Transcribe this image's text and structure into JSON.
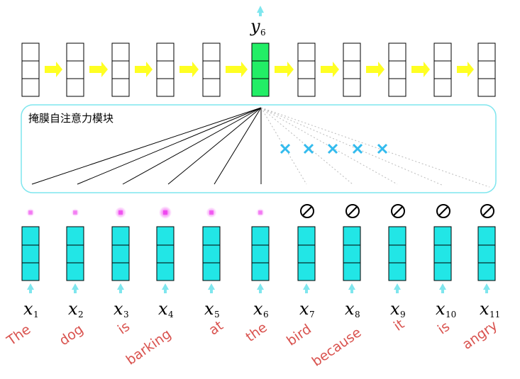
{
  "module_label": "掩膜自注意力模块",
  "output": {
    "var": "y",
    "index": "6"
  },
  "inputs": [
    {
      "var": "x",
      "index": "1",
      "word": "The"
    },
    {
      "var": "x",
      "index": "2",
      "word": "dog"
    },
    {
      "var": "x",
      "index": "3",
      "word": "is"
    },
    {
      "var": "x",
      "index": "4",
      "word": "barking"
    },
    {
      "var": "x",
      "index": "5",
      "word": "at"
    },
    {
      "var": "x",
      "index": "6",
      "word": "the"
    },
    {
      "var": "x",
      "index": "7",
      "word": "bird"
    },
    {
      "var": "x",
      "index": "8",
      "word": "because"
    },
    {
      "var": "x",
      "index": "9",
      "word": "it"
    },
    {
      "var": "x",
      "index": "10",
      "word": "is"
    },
    {
      "var": "x",
      "index": "11",
      "word": "angry"
    }
  ],
  "attention_weights": [
    0.2,
    0.15,
    0.6,
    0.8,
    0.5,
    0.2
  ],
  "masked_count": 5,
  "colors": {
    "input_block": "#22e6e6",
    "active_block": "#22ee66",
    "arrow_yellow": "#ffff22",
    "arrow_cyan": "#7fe6ee",
    "weight_dot": "#ee44ee",
    "mask_x": "#33bbee",
    "word": "#d9534f",
    "module_border": "#7fe6ee"
  }
}
